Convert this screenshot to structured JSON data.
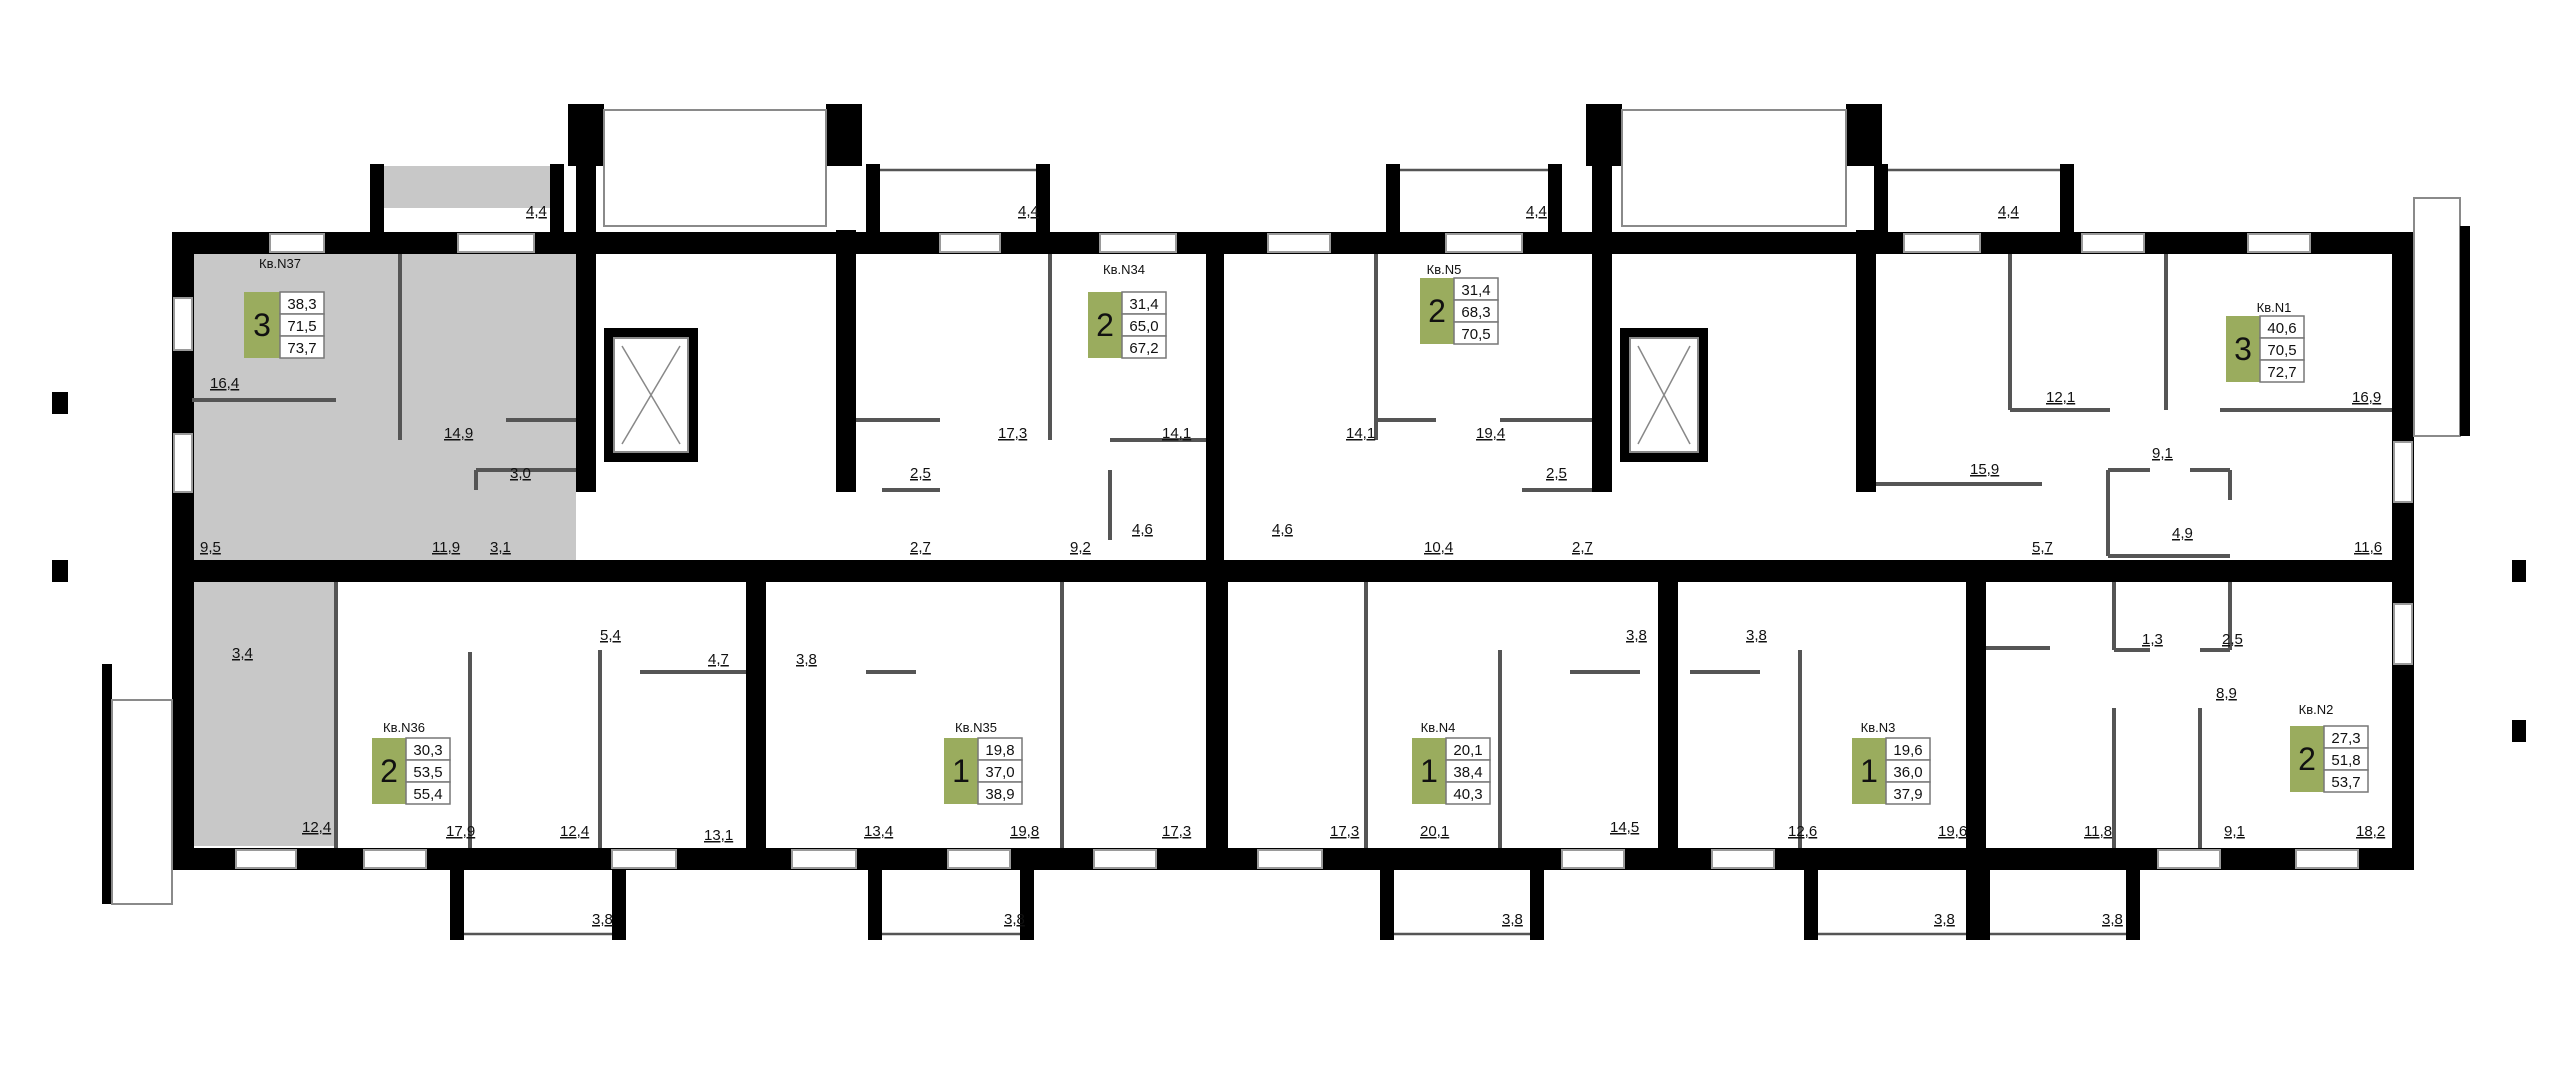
{
  "apartments": [
    {
      "name": "Кв.N37",
      "rooms": "3",
      "values": [
        "38,3",
        "71,5",
        "73,7"
      ]
    },
    {
      "name": "Кв.N34",
      "rooms": "2",
      "values": [
        "31,4",
        "65,0",
        "67,2"
      ]
    },
    {
      "name": "Кв.N5",
      "rooms": "2",
      "values": [
        "31,4",
        "68,3",
        "70,5"
      ]
    },
    {
      "name": "Кв.N1",
      "rooms": "3",
      "values": [
        "40,6",
        "70,5",
        "72,7"
      ]
    },
    {
      "name": "Кв.N36",
      "rooms": "2",
      "values": [
        "30,3",
        "53,5",
        "55,4"
      ]
    },
    {
      "name": "Кв.N35",
      "rooms": "1",
      "values": [
        "19,8",
        "37,0",
        "38,9"
      ]
    },
    {
      "name": "Кв.N4",
      "rooms": "1",
      "values": [
        "20,1",
        "38,4",
        "40,3"
      ]
    },
    {
      "name": "Кв.N3",
      "rooms": "1",
      "values": [
        "19,6",
        "36,0",
        "37,9"
      ]
    },
    {
      "name": "Кв.N2",
      "rooms": "2",
      "values": [
        "27,3",
        "51,8",
        "53,7"
      ]
    }
  ],
  "room_areas": [
    "4,4",
    "4,4",
    "4,4",
    "4,4",
    "16,4",
    "14,9",
    "3,0",
    "9,5",
    "11,9",
    "3,1",
    "3,4",
    "12,4",
    "17,3",
    "14,1",
    "2,5",
    "2,7",
    "9,2",
    "4,6",
    "4,6",
    "14,1",
    "19,4",
    "2,5",
    "10,4",
    "2,7",
    "12,1",
    "16,9",
    "15,9",
    "9,1",
    "4,9",
    "5,7",
    "11,6",
    "5,4",
    "4,7",
    "3,8",
    "3,8",
    "3,8",
    "1,3",
    "2,5",
    "8,9",
    "17,9",
    "12,4",
    "13,1",
    "13,4",
    "19,8",
    "17,3",
    "17,3",
    "20,1",
    "14,5",
    "12,6",
    "19,6",
    "11,8",
    "9,1",
    "18,2",
    "3,8",
    "3,8",
    "3,8",
    "3,8",
    "3,8"
  ],
  "colors": {
    "walls": "#000000",
    "selected_apartment": "#c8c8c8",
    "room_count_badge": "#9aac5e"
  }
}
